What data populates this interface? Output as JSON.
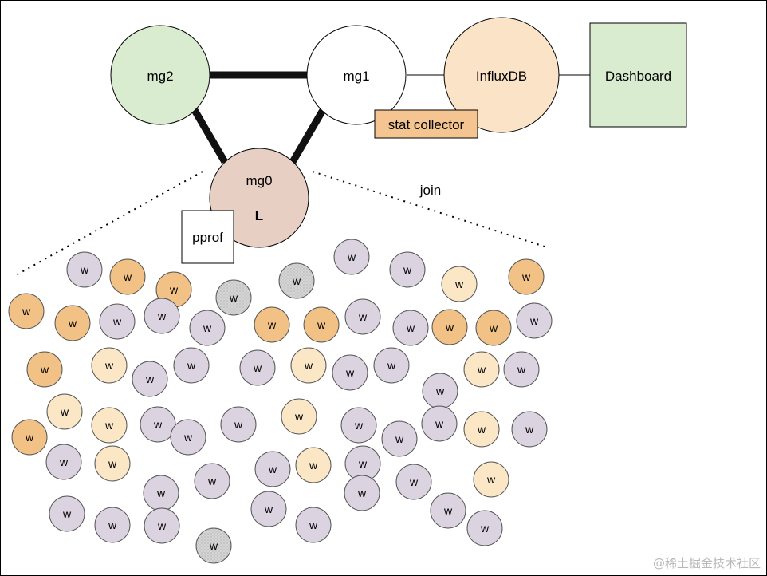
{
  "diagram": {
    "nodes": {
      "mg2": "mg2",
      "mg1": "mg1",
      "mg0": "mg0",
      "leader_mark": "L",
      "influxdb": "InfluxDB",
      "dashboard": "Dashboard",
      "stat_collector": "stat collector",
      "pprof": "pprof"
    },
    "edge_label": "join",
    "worker_label": "w",
    "watermark": "@稀土掘金技术社区",
    "colors": {
      "mg2_fill": "#d9ecd0",
      "mg0_fill": "#e8cfc4",
      "influxdb_fill": "#fbe3c8",
      "dashboard_fill": "#d9ecd0",
      "stat_collector_fill": "#f4c491",
      "worker_lavender": "#dcd3e1",
      "worker_orange": "#f2c185",
      "worker_cream": "#fbe6c6",
      "worker_gray": "#d6d6d6"
    }
  }
}
